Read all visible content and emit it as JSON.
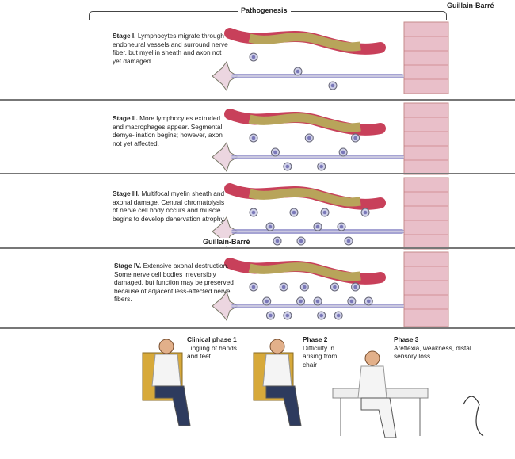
{
  "header": {
    "title": "Pathogenesis",
    "corner_label": "Guillain-Barré"
  },
  "stages": [
    {
      "label": "Stage I.",
      "text": "Lymphocytes migrate through endoneural vessels and surround nerve fiber, but myellin sheath and axon not yet damaged"
    },
    {
      "label": "Stage II.",
      "text": "More lymphocytes extruded and macrophages appear. Segmental demye-lination begins; however, axon not yet affected."
    },
    {
      "label": "Stage III.",
      "text": "Multifocal myelin sheath and axonal damage. Central chromatolysis of nerve cell body occurs and muscle begins to develop denervation atrophy."
    },
    {
      "label": "Stage IV.",
      "text": "Extensive axonal destruction. Some nerve cell bodies irreversibly damaged, but function may be preserved because of adjacent less-affected nerve fibers."
    }
  ],
  "mid_label": "Guillain-Barré",
  "phases": [
    {
      "title": "Clinical phase 1",
      "text": "Tingling of hands and feet"
    },
    {
      "title": "Phase 2",
      "text": "Difficulty in arising from chair"
    },
    {
      "title": "Phase 3",
      "text": "Areflexia, weakness, distal sensory loss"
    }
  ],
  "colors": {
    "vessel": "#c8405a",
    "myelin": "#b8a45a",
    "axon": "#8e8cc8",
    "muscle": "#e6b4c0",
    "cell": "#7a78b8"
  }
}
